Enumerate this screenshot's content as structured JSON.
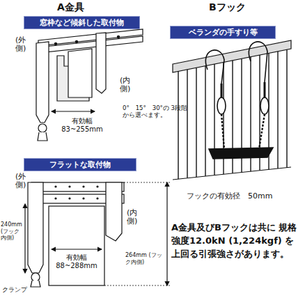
{
  "diagram": {
    "nodes": [
      {
        "text": [
          "窓枠など傾斜した取付物"
        ]
      },
      {
        "text": [
          "フラットな取付物"
        ]
      },
      {
        "text": [
          "ベランダの手すり等"
        ]
      }
    ],
    "labels": [
      "A金具",
      "Bフック",
      "(外側)",
      "(内側)",
      "有効幅 83~255mm",
      "0°　15°　30°の 3段階から選べます。",
      "(外側)",
      "(内側)",
      "240mm (フック内側)",
      "264mm (フック内側)",
      "有効幅 88~288mm",
      "クランプ",
      "フックの有効径　50mm",
      "A金具及びBフックは共に 規格強度12.0kN (1,224kgf) を上回る引張強さがあります。"
    ]
  }
}
